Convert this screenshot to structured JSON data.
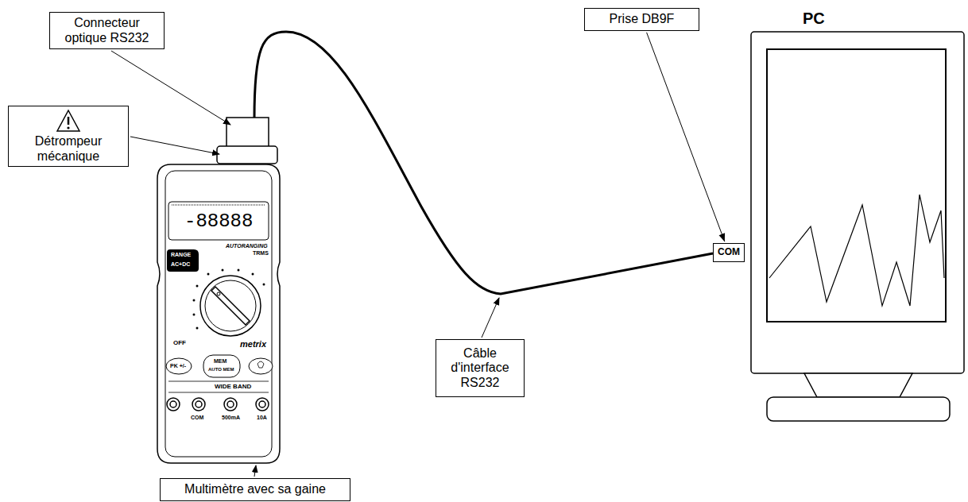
{
  "diagram": {
    "nodes": [
      {
        "text": [
          "Connecteur optique RS232"
        ]
      },
      {
        "text": [
          "Détrompeur mécanique"
        ]
      },
      {
        "text": [
          "Prise DB9F"
        ]
      },
      {
        "text": [
          "COM"
        ]
      },
      {
        "text": [
          "Câble d'interface RS232"
        ]
      },
      {
        "text": [
          "Multimètre avec sa gaine"
        ]
      }
    ],
    "edges": [
      {
        "from": 2,
        "to": 3,
        "arrow": "to"
      }
    ],
    "labels": [
      "PC",
      "-88888",
      "AUTORANGING",
      "TRMS",
      "RANGE",
      "AC+DC",
      "OFF",
      "metrix",
      "PK +/-",
      "MEM",
      "AUTO MEM",
      "WIDE BAND",
      "COM",
      "500mA",
      "10A"
    ]
  }
}
